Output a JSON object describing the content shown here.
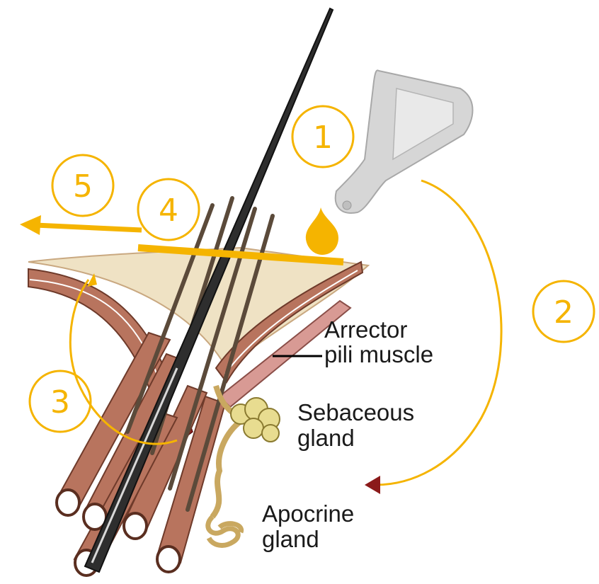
{
  "diagram": {
    "steps": [
      {
        "id": "1",
        "label": "1"
      },
      {
        "id": "2",
        "label": "2"
      },
      {
        "id": "3",
        "label": "3"
      },
      {
        "id": "4",
        "label": "4"
      },
      {
        "id": "5",
        "label": "5"
      }
    ],
    "labels": {
      "arrector_line1": "Arrector",
      "arrector_line2": "pili muscle",
      "sebaceous_line1": "Sebaceous",
      "sebaceous_line2": "gland",
      "apocrine_line1": "Apocrine",
      "apocrine_line2": "gland"
    },
    "colors": {
      "accent": "#f5b400",
      "skin_surface": "#efe2c4",
      "follicle": "#b8745e",
      "muscle": "#d89a94",
      "gland": "#e8dc90",
      "applicator": "#c9c9c9",
      "hair": "#2e2e2e",
      "arrow_head": "#8b1a1a"
    },
    "icons": [
      "droplet-icon",
      "applicator-icon",
      "hair-shaft",
      "arrow-icon"
    ]
  }
}
